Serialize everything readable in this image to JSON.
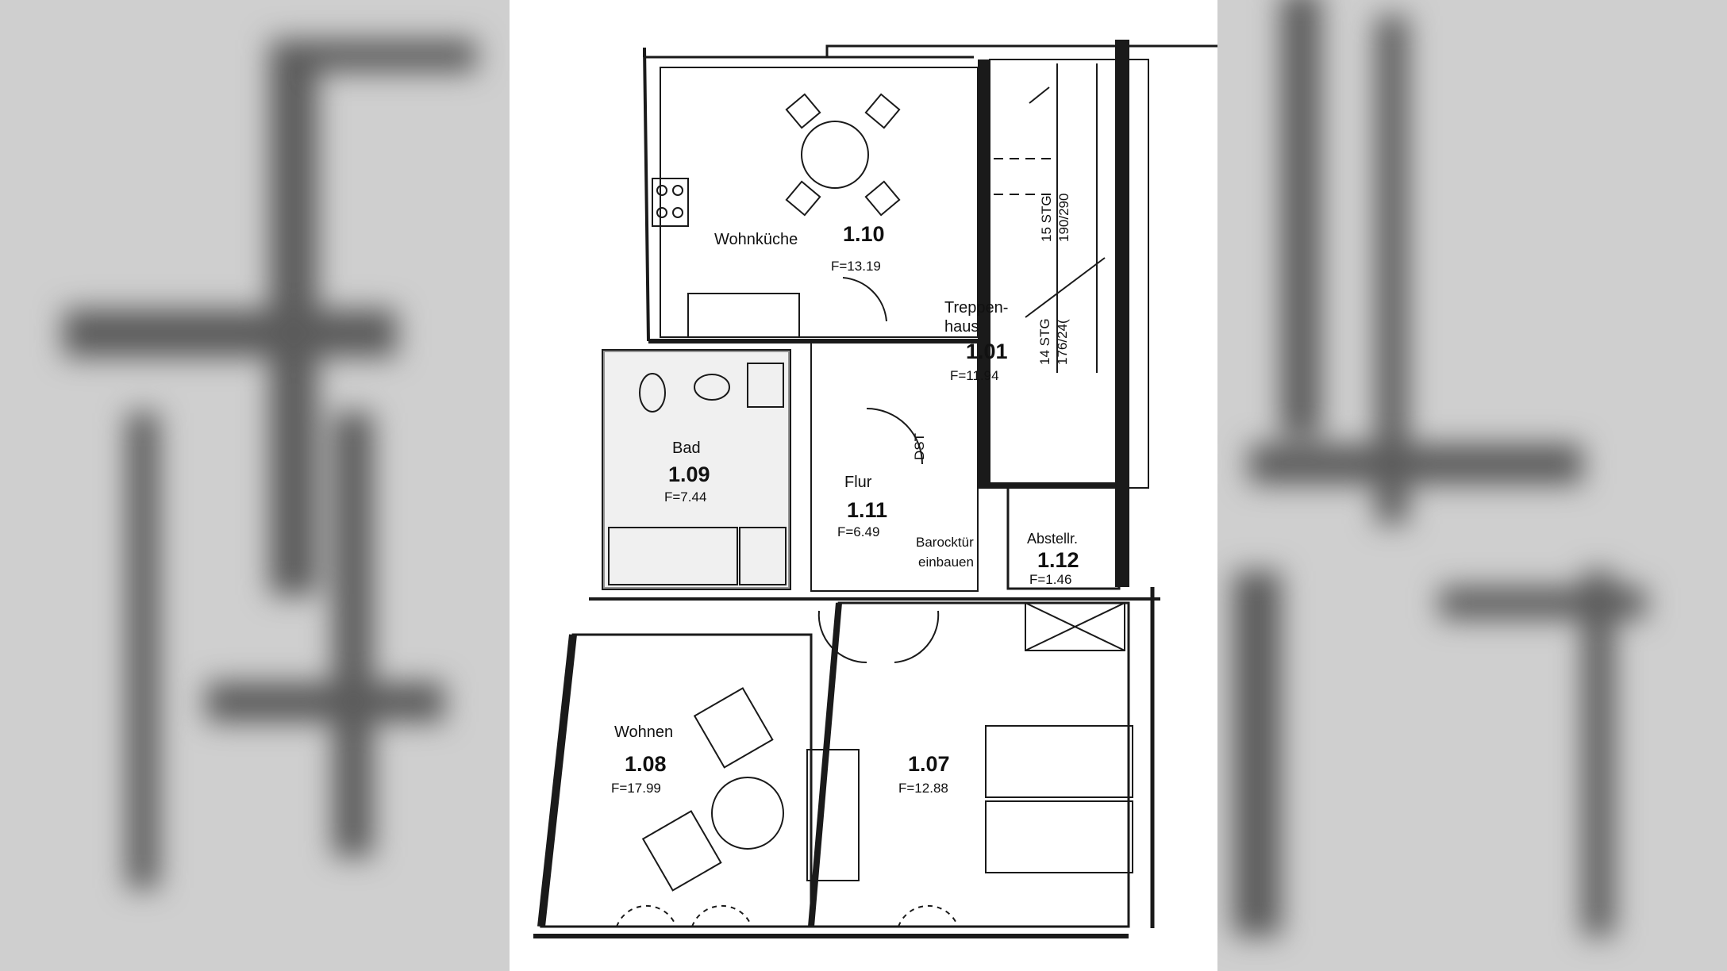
{
  "rooms": {
    "kitchen": {
      "label": "Wohnküche",
      "number": "1.10",
      "area": "F=13.19"
    },
    "stair": {
      "label": "Treppen-\nhaus",
      "label_line1": "Treppen-",
      "label_line2": "haus",
      "number": "1.01",
      "area": "F=11.94"
    },
    "bath": {
      "label": "Bad",
      "number": "1.09",
      "area": "F=7.44"
    },
    "hall": {
      "label": "Flur",
      "number": "1.11",
      "area": "F=6.49"
    },
    "storage": {
      "label": "Abstellr.",
      "number": "1.12",
      "area": "F=1.46"
    },
    "living": {
      "label": "Wohnen",
      "number": "1.08",
      "area": "F=17.99"
    },
    "bedroom": {
      "number": "1.07",
      "area": "F=12.88"
    }
  },
  "annotations": {
    "door_note_line1": "Barocktür",
    "door_note_line2": "einbauen",
    "dst": "DST",
    "stair_upper_line1": "15 STG",
    "stair_upper_line2": "190/290",
    "stair_lower_line1": "14 STG",
    "stair_lower_line2": "176/24("
  },
  "colors": {
    "wall": "#1a1a1a",
    "paper": "#ffffff",
    "backdrop": "#cfcfcf"
  }
}
